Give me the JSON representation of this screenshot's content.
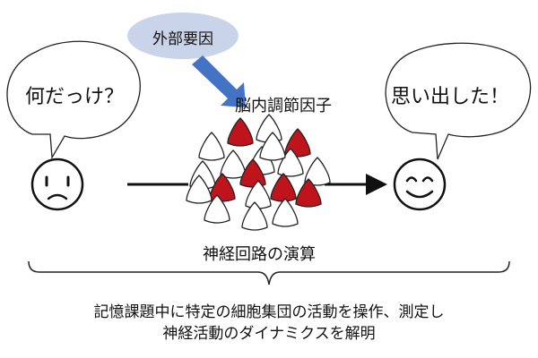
{
  "left_bubble": {
    "text": "何だっけ？"
  },
  "right_bubble": {
    "text": "思い出した！"
  },
  "external_factor": {
    "label": "外部要因",
    "color": "#c9d4ea"
  },
  "brain_modulator": {
    "label": "脳内調節因子"
  },
  "circuit": {
    "label": "神経回路の演算"
  },
  "caption": {
    "line1": "記憶課題中に特定の細胞集団の活動を操作、測定し",
    "line2": "神経活動のダイナミクスを解明"
  },
  "colors": {
    "neuron_red": "#c0141c",
    "arrow_blue": "#4472c4",
    "outline": "#222222"
  },
  "icons": [
    "sad-face-icon",
    "smiley-face-icon",
    "neuron-icon"
  ]
}
